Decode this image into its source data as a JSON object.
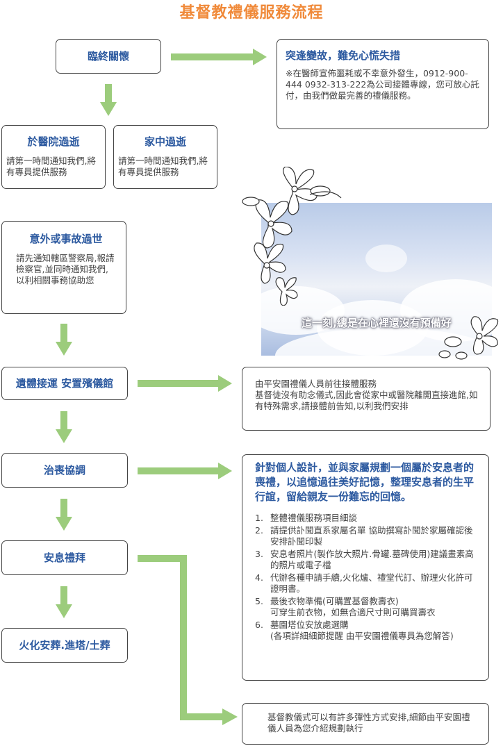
{
  "title": "基督教禮儀服務流程",
  "steps": {
    "s1": "臨終關懷",
    "hospital_head": "於醫院過逝",
    "hospital_body": "請第一時間通知我們,將有專員提供服務",
    "home_head": "家中過逝",
    "home_body": "請第一時間通知我們,將有專員提供服務",
    "accident_head": "意外或事故過世",
    "accident_body": "請先通知轄區警察局,報請檢察官,並同時通知我們,以利相關事務協助您",
    "s3": "遺體接運 安置殯儀館",
    "s4": "治喪協調",
    "s5": "安息禮拜",
    "s6": "火化安葬.進塔/土葬"
  },
  "notes": {
    "emergency_head": "突逢變故，難免心慌失措",
    "emergency_body": "※在醫師宣佈噩耗或不幸意外發生，0912-900-444 0932-313-222為公司接體專線，您可放心託付，由我們做最完善的禮儀服務。",
    "transfer_body": "由平安園禮儀人員前往接體服務\n基督徒沒有助念儀式,因此會從家中或醫院離開直接進館,如有特殊需求,請接體前告知,以利我們安排",
    "plan_head": "針對個人設計，並與家屬規劃一個屬於安息者的喪禮，以追憶過往美好記憶，整理安息者的生平行誼，留給親友一份難忘的回憶。",
    "plan_items": [
      "整體禮儀服務項目細談",
      "請提供訃聞直系家屬名單 協助撰寫訃聞於家屬確認後安排訃聞印製",
      "安息者照片(製作放大照片.骨罐.墓碑使用)建議畫素高的照片或電子檔",
      "代辦各種申請手續,火化爐、禮堂代訂、辦理火化許可證明書。",
      "最後衣物準備(可購置基督教壽衣)\n可穿生前衣物，如無合適尺寸則可購買壽衣",
      "墓園塔位安放處選購\n(各項詳細細節提醒 由平安園禮儀專員為您解答)"
    ],
    "final_body": "基督教儀式可以有許多彈性方式安排,細節由平安園禮儀人員為您介紹規劃執行"
  },
  "photo": {
    "caption": "這一刻,總是在心裡還沒有預備好"
  },
  "colors": {
    "arrow": "#9ccc7c",
    "head": "#2d5aa0",
    "title": "#f08a3a"
  }
}
